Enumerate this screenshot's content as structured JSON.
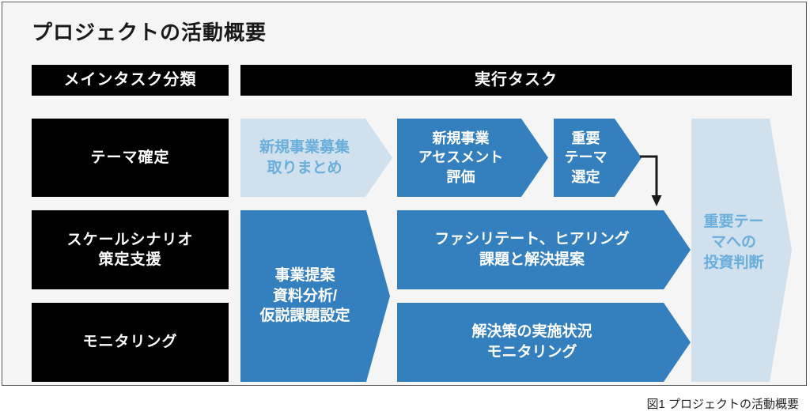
{
  "figure": {
    "title": "プロジェクトの活動概要",
    "caption": "図1 プロジェクトの活動概要"
  },
  "colors": {
    "panel_background": "#f5f5f5",
    "panel_border": "#5a5a5a",
    "header_bar": "#000000",
    "category_box": "#000000",
    "task_blue": "#3480be",
    "task_pale_blue": "#d0e1ed",
    "pale_blue_text": "#6aaedb",
    "arrow": "#1a1a1a",
    "text_on_dark": "#ffffff"
  },
  "headers": {
    "left": "メインタスク分類",
    "right": "実行タスク"
  },
  "categories": [
    {
      "label": "テーマ確定"
    },
    {
      "label": "スケールシナリオ\n策定支援"
    },
    {
      "label": "モニタリング"
    }
  ],
  "tasks": {
    "row1": [
      {
        "label": "新規事業募集\n取りまとめ",
        "style": "pale"
      },
      {
        "label": "新規事業\nアセスメント\n評価",
        "style": "blue"
      },
      {
        "label": "重要\nテーマ\n選定",
        "style": "blue"
      }
    ],
    "row2": [
      {
        "label": "ファシリテート、ヒアリング\n課題と解決提案",
        "style": "blue"
      }
    ],
    "row3": [
      {
        "label": "解決策の実施状況\nモニタリング",
        "style": "blue"
      }
    ],
    "spanning": [
      {
        "label": "事業提案\n資料分析/\n仮説課題設定",
        "style": "blue"
      }
    ],
    "outcome": {
      "label": "重要テー\nマへの\n投資判断",
      "style": "pale"
    }
  },
  "connector": {
    "name": "down-arrow",
    "from": "重要テーマ選定",
    "to": "ファシリテート、ヒアリング 課題と解決提案"
  }
}
